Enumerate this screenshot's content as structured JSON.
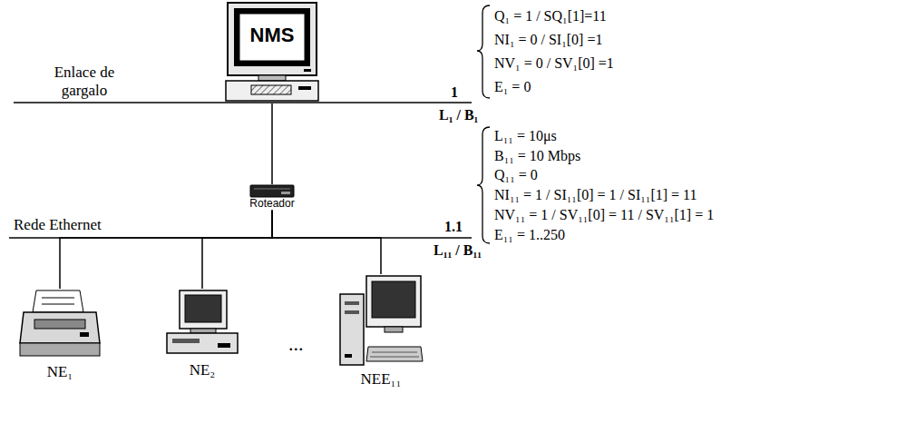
{
  "diagram": {
    "nodes": [
      {
        "text": [
          "NMS"
        ]
      },
      {
        "text": [
          "Roteador"
        ]
      },
      {
        "text": [
          "NE₁"
        ]
      },
      {
        "text": [
          "NE₂"
        ]
      },
      {
        "text": [
          "NEE₁₁"
        ]
      }
    ],
    "edges": [
      {
        "from": 0,
        "to": 1,
        "arrow": "none"
      },
      {
        "from": 1,
        "to": 2,
        "arrow": "none"
      },
      {
        "from": 1,
        "to": 3,
        "arrow": "none"
      },
      {
        "from": 1,
        "to": 4,
        "arrow": "none"
      }
    ],
    "labels": [
      "Enlace de gargalo",
      "1",
      "L₁ / B₁",
      "Q₁ = 1 / SQ₁[1]=11",
      "NI₁ = 0 / SI₁[0] =1",
      "NV₁ = 0 / SV₁[0] =1",
      "E₁ = 0",
      "Rede Ethernet",
      "1.1",
      "L₁₁ / B₁₁",
      "L₁₁ = 10μs",
      "B₁₁ = 10 Mbps",
      "Q₁₁ = 0",
      "NI₁₁ = 1 / SI₁₁[0] = 1 / SI₁₁[1] = 11",
      "NV₁₁ = 1 / SV₁₁[0] = 11 / SV₁₁[1] = 1",
      "E₁₁ = 1..250",
      "..."
    ]
  }
}
